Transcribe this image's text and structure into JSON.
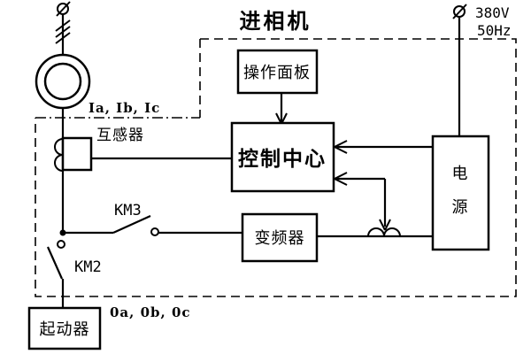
{
  "title": "进相机",
  "power_label": {
    "line1": "380V",
    "line2": "50Hz"
  },
  "blocks": {
    "operation_panel": {
      "label": "操作面板"
    },
    "control_center": {
      "label": "控制中心"
    },
    "frequency_converter": {
      "label": "变频器"
    },
    "power_supply": {
      "char1": "电",
      "char2": "源"
    },
    "starter": {
      "label": "起动器"
    }
  },
  "labels": {
    "transformer": "互感器",
    "input_currents": "Ia, Ib, Ic",
    "output_currents": "0a, 0b, 0c",
    "switch_km3": "KM3",
    "switch_km2": "KM2"
  },
  "colors": {
    "stroke": "#000000",
    "background": "#ffffff"
  }
}
